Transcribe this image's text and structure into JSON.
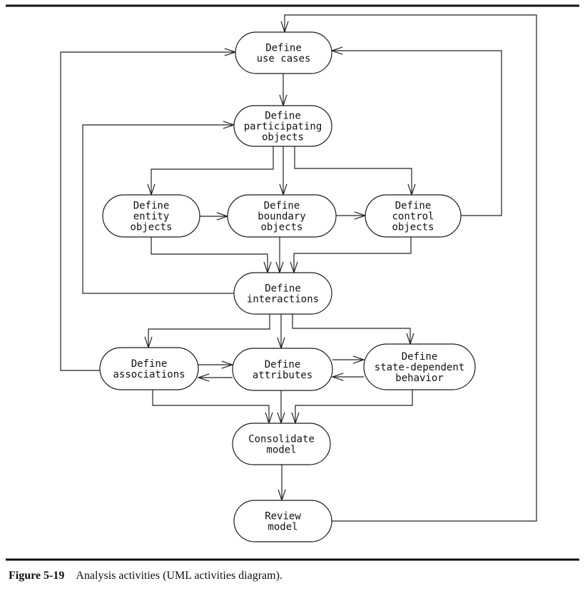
{
  "diagram": {
    "type": "UML activity diagram",
    "nodes": [
      {
        "id": "use_cases",
        "lines": [
          "Define",
          "use cases"
        ]
      },
      {
        "id": "participating",
        "lines": [
          "Define",
          "participating",
          "objects"
        ]
      },
      {
        "id": "entity",
        "lines": [
          "Define",
          "entity",
          "objects"
        ]
      },
      {
        "id": "boundary",
        "lines": [
          "Define",
          "boundary",
          "objects"
        ]
      },
      {
        "id": "control",
        "lines": [
          "Define",
          "control",
          "objects"
        ]
      },
      {
        "id": "interactions",
        "lines": [
          "Define",
          "interactions"
        ]
      },
      {
        "id": "associations",
        "lines": [
          "Define",
          "associations"
        ]
      },
      {
        "id": "attributes",
        "lines": [
          "Define",
          "attributes"
        ]
      },
      {
        "id": "state_dependent",
        "lines": [
          "Define",
          "state-dependent",
          "behavior"
        ]
      },
      {
        "id": "consolidate",
        "lines": [
          "Consolidate",
          "model"
        ]
      },
      {
        "id": "review",
        "lines": [
          "Review",
          "model"
        ]
      }
    ],
    "edges": [
      {
        "from": "use_cases",
        "to": "participating"
      },
      {
        "from": "participating",
        "to": "entity"
      },
      {
        "from": "participating",
        "to": "boundary"
      },
      {
        "from": "participating",
        "to": "control"
      },
      {
        "from": "entity",
        "to": "boundary"
      },
      {
        "from": "boundary",
        "to": "control"
      },
      {
        "from": "control",
        "to": "use_cases"
      },
      {
        "from": "entity",
        "to": "interactions"
      },
      {
        "from": "boundary",
        "to": "interactions"
      },
      {
        "from": "control",
        "to": "interactions"
      },
      {
        "from": "interactions",
        "to": "participating"
      },
      {
        "from": "interactions",
        "to": "associations"
      },
      {
        "from": "interactions",
        "to": "attributes"
      },
      {
        "from": "interactions",
        "to": "state_dependent"
      },
      {
        "from": "associations",
        "to": "attributes"
      },
      {
        "from": "attributes",
        "to": "associations"
      },
      {
        "from": "attributes",
        "to": "state_dependent"
      },
      {
        "from": "state_dependent",
        "to": "attributes"
      },
      {
        "from": "associations",
        "to": "use_cases"
      },
      {
        "from": "associations",
        "to": "consolidate"
      },
      {
        "from": "attributes",
        "to": "consolidate"
      },
      {
        "from": "state_dependent",
        "to": "consolidate"
      },
      {
        "from": "consolidate",
        "to": "review"
      },
      {
        "from": "review",
        "to": "use_cases"
      }
    ]
  },
  "caption": {
    "figure_number": "Figure 5-19",
    "text": "Analysis activities (UML activities diagram)."
  }
}
